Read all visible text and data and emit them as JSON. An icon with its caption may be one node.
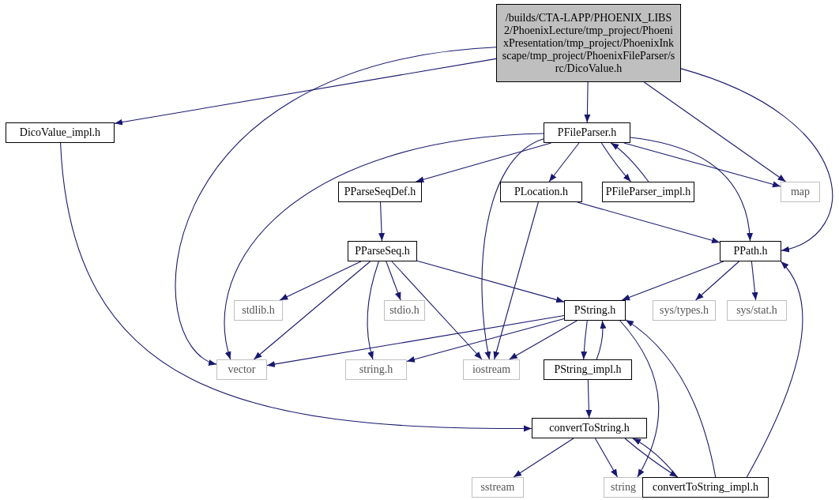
{
  "diagram": {
    "nodes": [
      {
        "text": [
          "/builds/CTA-LAPP/PHOENIX_LIBS2/PhoenixLecture/tmp_project/PhoenixPresentation/tmp_project/PhoenixInkscape/tmp_project/PhoenixFileParser/src/DicoValue.h"
        ]
      },
      {
        "text": [
          "DicoValue_impl.h"
        ]
      },
      {
        "text": [
          "PFileParser.h"
        ]
      },
      {
        "text": [
          "PParseSeqDef.h"
        ]
      },
      {
        "text": [
          "PLocation.h"
        ]
      },
      {
        "text": [
          "PFileParser_impl.h"
        ]
      },
      {
        "text": [
          "map"
        ]
      },
      {
        "text": [
          "PParseSeq.h"
        ]
      },
      {
        "text": [
          "PPath.h"
        ]
      },
      {
        "text": [
          "stdlib.h"
        ]
      },
      {
        "text": [
          "stdio.h"
        ]
      },
      {
        "text": [
          "PString.h"
        ]
      },
      {
        "text": [
          "sys/types.h"
        ]
      },
      {
        "text": [
          "sys/stat.h"
        ]
      },
      {
        "text": [
          "vector"
        ]
      },
      {
        "text": [
          "string.h"
        ]
      },
      {
        "text": [
          "iostream"
        ]
      },
      {
        "text": [
          "PString_impl.h"
        ]
      },
      {
        "text": [
          "convertToString.h"
        ]
      },
      {
        "text": [
          "sstream"
        ]
      },
      {
        "text": [
          "string"
        ]
      },
      {
        "text": [
          "convertToString_impl.h"
        ]
      }
    ],
    "edges": [
      {
        "from": 0,
        "to": 1,
        "arrow": "to"
      },
      {
        "from": 0,
        "to": 14,
        "arrow": "to"
      },
      {
        "from": 0,
        "to": 2,
        "arrow": "to"
      },
      {
        "from": 0,
        "to": 6,
        "arrow": "to"
      },
      {
        "from": 0,
        "to": 8,
        "arrow": "to"
      },
      {
        "from": 1,
        "to": 18,
        "arrow": "to"
      },
      {
        "from": 2,
        "to": 14,
        "arrow": "to"
      },
      {
        "from": 2,
        "to": 16,
        "arrow": "to"
      },
      {
        "from": 2,
        "to": 3,
        "arrow": "to"
      },
      {
        "from": 2,
        "to": 4,
        "arrow": "to"
      },
      {
        "from": 2,
        "to": 5,
        "arrow": "to"
      },
      {
        "from": 2,
        "to": 6,
        "arrow": "to"
      },
      {
        "from": 2,
        "to": 8,
        "arrow": "to"
      },
      {
        "from": 5,
        "to": 2,
        "arrow": "to"
      },
      {
        "from": 3,
        "to": 7,
        "arrow": "to"
      },
      {
        "from": 4,
        "to": 16,
        "arrow": "to"
      },
      {
        "from": 4,
        "to": 8,
        "arrow": "to"
      },
      {
        "from": 7,
        "to": 9,
        "arrow": "to"
      },
      {
        "from": 7,
        "to": 10,
        "arrow": "to"
      },
      {
        "from": 7,
        "to": 11,
        "arrow": "to"
      },
      {
        "from": 7,
        "to": 14,
        "arrow": "to"
      },
      {
        "from": 7,
        "to": 15,
        "arrow": "to"
      },
      {
        "from": 7,
        "to": 16,
        "arrow": "to"
      },
      {
        "from": 8,
        "to": 11,
        "arrow": "to"
      },
      {
        "from": 8,
        "to": 12,
        "arrow": "to"
      },
      {
        "from": 8,
        "to": 13,
        "arrow": "to"
      },
      {
        "from": 11,
        "to": 14,
        "arrow": "to"
      },
      {
        "from": 11,
        "to": 15,
        "arrow": "to"
      },
      {
        "from": 11,
        "to": 16,
        "arrow": "to"
      },
      {
        "from": 11,
        "to": 17,
        "arrow": "to"
      },
      {
        "from": 11,
        "to": 20,
        "arrow": "to"
      },
      {
        "from": 17,
        "to": 11,
        "arrow": "to"
      },
      {
        "from": 17,
        "to": 18,
        "arrow": "to"
      },
      {
        "from": 18,
        "to": 19,
        "arrow": "to"
      },
      {
        "from": 18,
        "to": 20,
        "arrow": "to"
      },
      {
        "from": 18,
        "to": 21,
        "arrow": "to"
      },
      {
        "from": 21,
        "to": 18,
        "arrow": "to"
      },
      {
        "from": 21,
        "to": 11,
        "arrow": "to"
      },
      {
        "from": 21,
        "to": 8,
        "arrow": "to"
      }
    ]
  }
}
